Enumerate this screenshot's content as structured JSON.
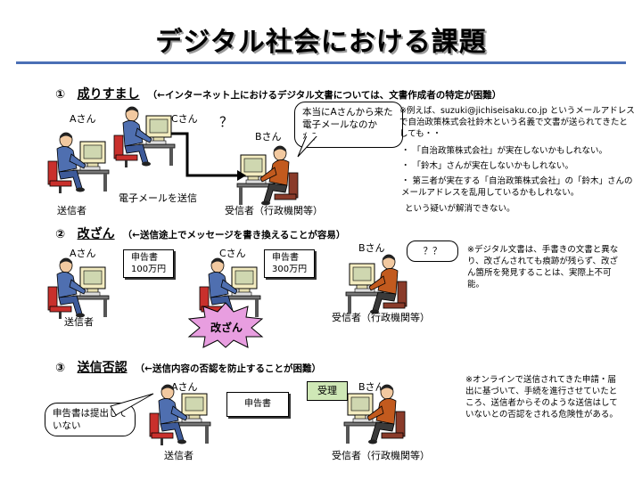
{
  "title": "デジタル社会における課題",
  "sections": [
    {
      "number": "①",
      "heading": "成りすまし",
      "note": "（←インターネット上におけるデジタル文書については、文書作成者の特定が困難）",
      "labels": {
        "a_san": "Aさん",
        "c_san": "Cさん",
        "b_san": "Bさん",
        "question": "？",
        "sender": "送信者",
        "email": "電子メールを送信",
        "receiver": "受信者（行政機関等）"
      },
      "bubble": "本当にAさんから来た電子メールなのかな？",
      "example_lead": "※例えば、suzuki@jichiseisaku.co.jp というメールアドレスで自治政策株式会社鈴木という名義で文書が送られてきたとしても・・",
      "bullets": [
        "「自治政策株式会社」が実在しないかもしれない。",
        "「鈴木」さんが実在しないかもしれない。",
        "第三者が実在する「自治政策株式会社」の「鈴木」さんのメールアドレスを乱用しているかもしれない。"
      ],
      "conclusion": "という疑いが解消できない。"
    },
    {
      "number": "②",
      "heading": "改ざん",
      "note": "（←送信途上でメッセージを書き換えることが容易）",
      "labels": {
        "a_san": "Aさん",
        "c_san": "Cさん",
        "b_san": "Bさん",
        "sender": "送信者",
        "receiver": "受信者（行政機関等）"
      },
      "doc1": {
        "line1": "申告書",
        "line2": "100万円"
      },
      "doc2": {
        "line1": "申告書",
        "line2": "300万円"
      },
      "bubble": "？？",
      "burst": "改ざん",
      "side_note": "※デジタル文書は、手書きの文書と異なり、改ざんされても痕跡が残らず、改ざん箇所を発見することは、実際上不可能。"
    },
    {
      "number": "③",
      "heading": "送信否認",
      "note": "（←送信内容の否認を防止することが困難）",
      "labels": {
        "a_san": "Aさん",
        "b_san": "Bさん",
        "sender": "送信者",
        "receiver": "受信者（行政機関等）"
      },
      "doc": "申告書",
      "receipt": "受理",
      "bubble": "申告書は提出していない",
      "side_note": "※オンラインで送信されてきた申請・届出に基づいて、手続を進行させていたところ、送信者からそのような送信はしていないとの否認をされる危険性がある。"
    }
  ],
  "colors": {
    "title_rule": "#4a6fb5",
    "person_suit": "#4f6fb0",
    "monitor": "#f3ecc0",
    "burst_fill": "#e89ee0",
    "receipt_fill": "#cfe8b6",
    "receiver_shirt": "#c25a1e"
  }
}
